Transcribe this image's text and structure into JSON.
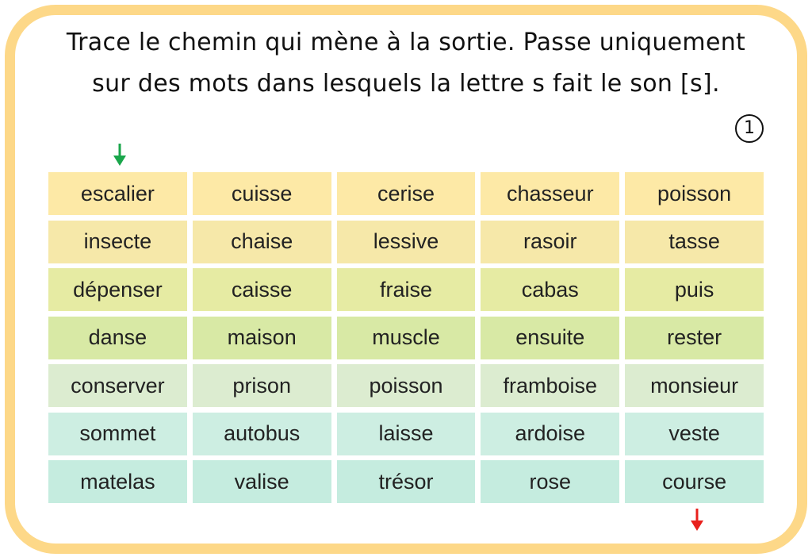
{
  "instructions": {
    "line1": "Trace le chemin qui mène à la sortie. Passe uniquement",
    "line2": "sur des mots dans lesquels la lettre s fait le son [s]."
  },
  "badge": "1",
  "colors": {
    "frame": "#fdd888",
    "start_arrow": "#1aa64b",
    "end_arrow": "#e8201c",
    "rows": [
      "#fde9a6",
      "#f6e8a9",
      "#e6eba3",
      "#d8e9a5",
      "#dcecd0",
      "#cdeee2",
      "#c5ecdf"
    ]
  },
  "arrows": {
    "start": "arrow-down-icon",
    "end": "arrow-down-icon"
  },
  "grid": {
    "rows": [
      [
        "escalier",
        "cuisse",
        "cerise",
        "chasseur",
        "poisson"
      ],
      [
        "insecte",
        "chaise",
        "lessive",
        "rasoir",
        "tasse"
      ],
      [
        "dépenser",
        "caisse",
        "fraise",
        "cabas",
        "puis"
      ],
      [
        "danse",
        "maison",
        "muscle",
        "ensuite",
        "rester"
      ],
      [
        "conserver",
        "prison",
        "poisson",
        "framboise",
        "monsieur"
      ],
      [
        "sommet",
        "autobus",
        "laisse",
        "ardoise",
        "veste"
      ],
      [
        "matelas",
        "valise",
        "trésor",
        "rose",
        "course"
      ]
    ]
  }
}
